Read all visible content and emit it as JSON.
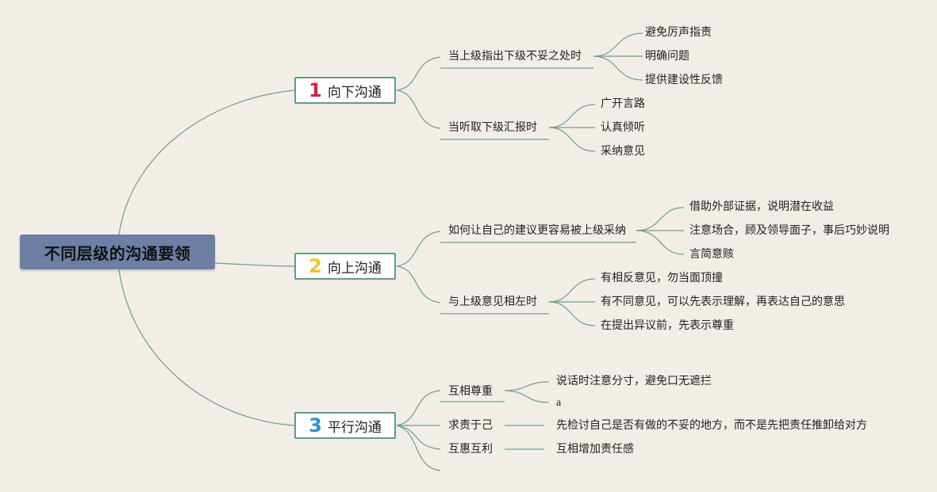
{
  "root": {
    "title": "不同层级的沟通要领"
  },
  "branches": [
    {
      "number": "1",
      "label": "向下沟通",
      "topics": [
        {
          "label": "当上级指出下级不妥之处时",
          "items": [
            "避免厉声指责",
            "明确问题",
            "提供建设性反馈"
          ]
        },
        {
          "label": "当听取下级汇报时",
          "items": [
            "广开言路",
            "认真倾听",
            "采纳意见"
          ]
        }
      ]
    },
    {
      "number": "2",
      "label": "向上沟通",
      "topics": [
        {
          "label": "如何让自己的建议更容易被上级采纳",
          "items": [
            "借助外部证据，说明潜在收益",
            "注意场合，顾及领导面子，事后巧妙说明",
            "言简意赅"
          ]
        },
        {
          "label": "与上级意见相左时",
          "items": [
            "有相反意见，勿当面顶撞",
            "有不同意见，可以先表示理解，再表达自己的意思",
            "在提出异议前，先表示尊重"
          ]
        }
      ]
    },
    {
      "number": "3",
      "label": "平行沟通",
      "topics": [
        {
          "label": "互相尊重",
          "items": [
            "说话时注意分寸，避免口无遮拦",
            "a"
          ]
        },
        {
          "label": "求责于己",
          "items": [
            "先检讨自己是否有做的不妥的地方，而不是先把责任推卸给对方"
          ]
        },
        {
          "label": "互惠互利",
          "items": [
            "互相增加责任感"
          ]
        }
      ]
    }
  ],
  "colors": {
    "background": "#f2ede7",
    "root_fill": "#6d7fa3",
    "connector": "#6f9e90",
    "branch_border": "#5f9a8c",
    "number_1": "#d9213b",
    "number_2": "#f2c22e",
    "number_3": "#2f8fd1"
  }
}
